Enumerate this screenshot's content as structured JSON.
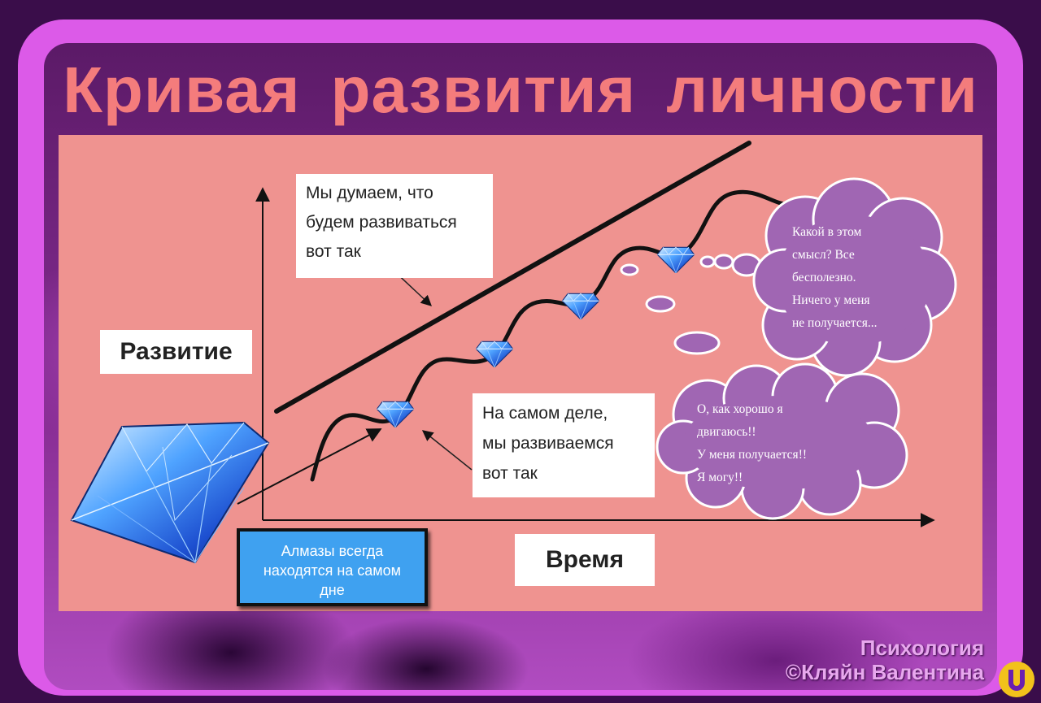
{
  "title": "Кривая развития личности",
  "labels": {
    "development": "Развитие",
    "time": "Время",
    "think_lines": [
      "Мы думаем, что",
      "будем развиваться",
      "вот так"
    ],
    "real_lines": [
      "На самом деле,",
      "мы развиваемся",
      "вот так"
    ],
    "diamonds_lines": [
      "Алмазы всегда",
      "находятся на самом",
      "дне"
    ]
  },
  "clouds": {
    "top_lines": [
      "Какой в этом",
      "смысл? Все",
      "бесполезно.",
      "Ничего у меня",
      "не получается..."
    ],
    "bottom_lines": [
      "О, как хорошо я",
      "двигаюсь!!",
      "У меня получается!!",
      "Я могу!!"
    ]
  },
  "credit": {
    "line1": "Психология",
    "line2": "©Кляйн Валентина"
  },
  "icons": [
    "diamond-icon",
    "author-logo-icon"
  ],
  "colors": {
    "frame": "#dc5ae8",
    "panel": "#ef9390",
    "title": "#f47c7c",
    "cloud": "#a066b3",
    "note": "#3fa1f0"
  }
}
